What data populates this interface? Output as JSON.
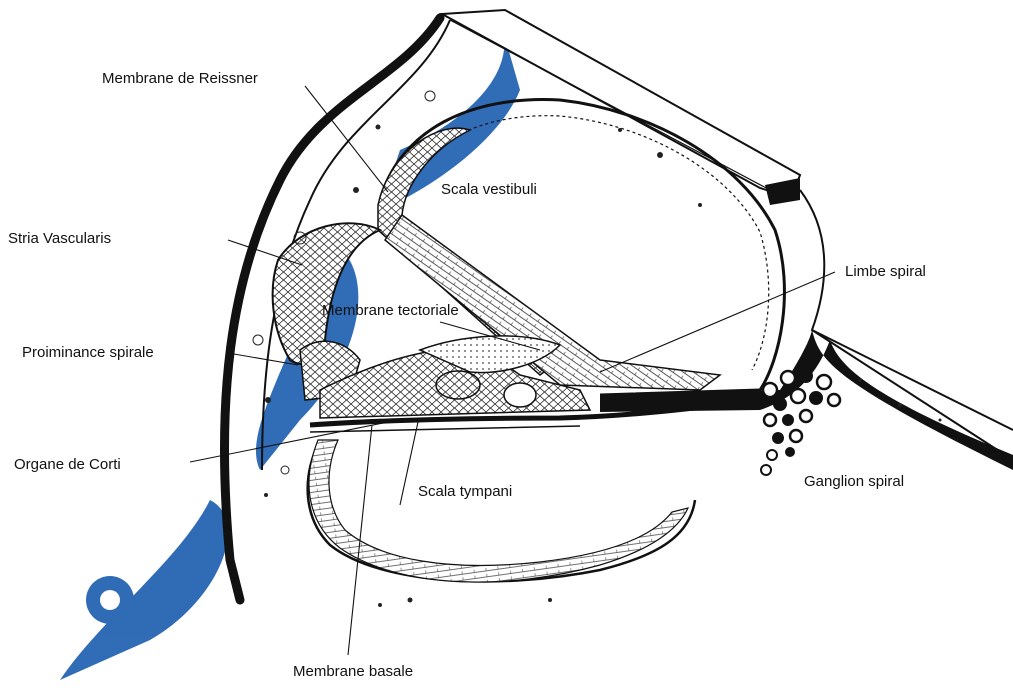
{
  "labels": {
    "reissner": "Membrane de Reissner",
    "stria": "Stria Vascularis",
    "proiminance": "Proiminance spirale",
    "corti": "Organe de Corti",
    "scala_vestibuli": "Scala vestibuli",
    "tectoriale": "Membrane tectoriale",
    "limbe": "Limbe spiral",
    "scala_tympani": "Scala tympani",
    "ganglion": "Ganglion spiral",
    "basale": "Membrane basale"
  },
  "colors": {
    "ink": "#111111",
    "watermark": "#1f5fb0",
    "background": "#ffffff"
  }
}
